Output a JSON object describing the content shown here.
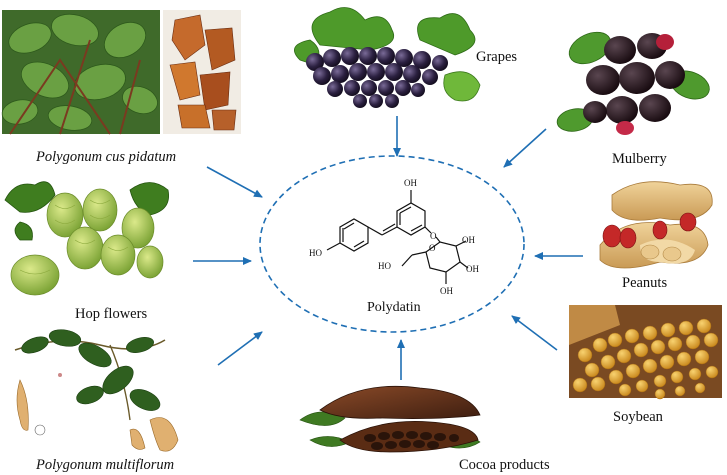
{
  "diagram": {
    "center": {
      "name": "Polydatin",
      "atoms": {
        "oh_top": "OH",
        "ho_left": "HO",
        "oh_ring": "OH",
        "ho_sugar": "HO",
        "o_link": "O",
        "o_ring": "O",
        "oh_s1": "OH",
        "oh_s2": "OH"
      }
    },
    "sources": [
      {
        "id": "polygonum-cuspidatum",
        "label": "Polygonum cus pidatum",
        "italic": true
      },
      {
        "id": "grapes",
        "label": "Grapes",
        "italic": false
      },
      {
        "id": "mulberry",
        "label": "Mulberry",
        "italic": false
      },
      {
        "id": "hop-flowers",
        "label": "Hop flowers",
        "italic": false
      },
      {
        "id": "peanuts",
        "label": "Peanuts",
        "italic": false
      },
      {
        "id": "polygonum-multiflorum",
        "label": "Polygonum multiflorum",
        "italic": true
      },
      {
        "id": "soybean",
        "label": "Soybean",
        "italic": false
      },
      {
        "id": "cocoa-products",
        "label": "Cocoa products",
        "italic": false
      }
    ],
    "colors": {
      "arrow": "#1f6fb4",
      "ellipse": "#1f6fb4",
      "bond": "#111111"
    }
  }
}
